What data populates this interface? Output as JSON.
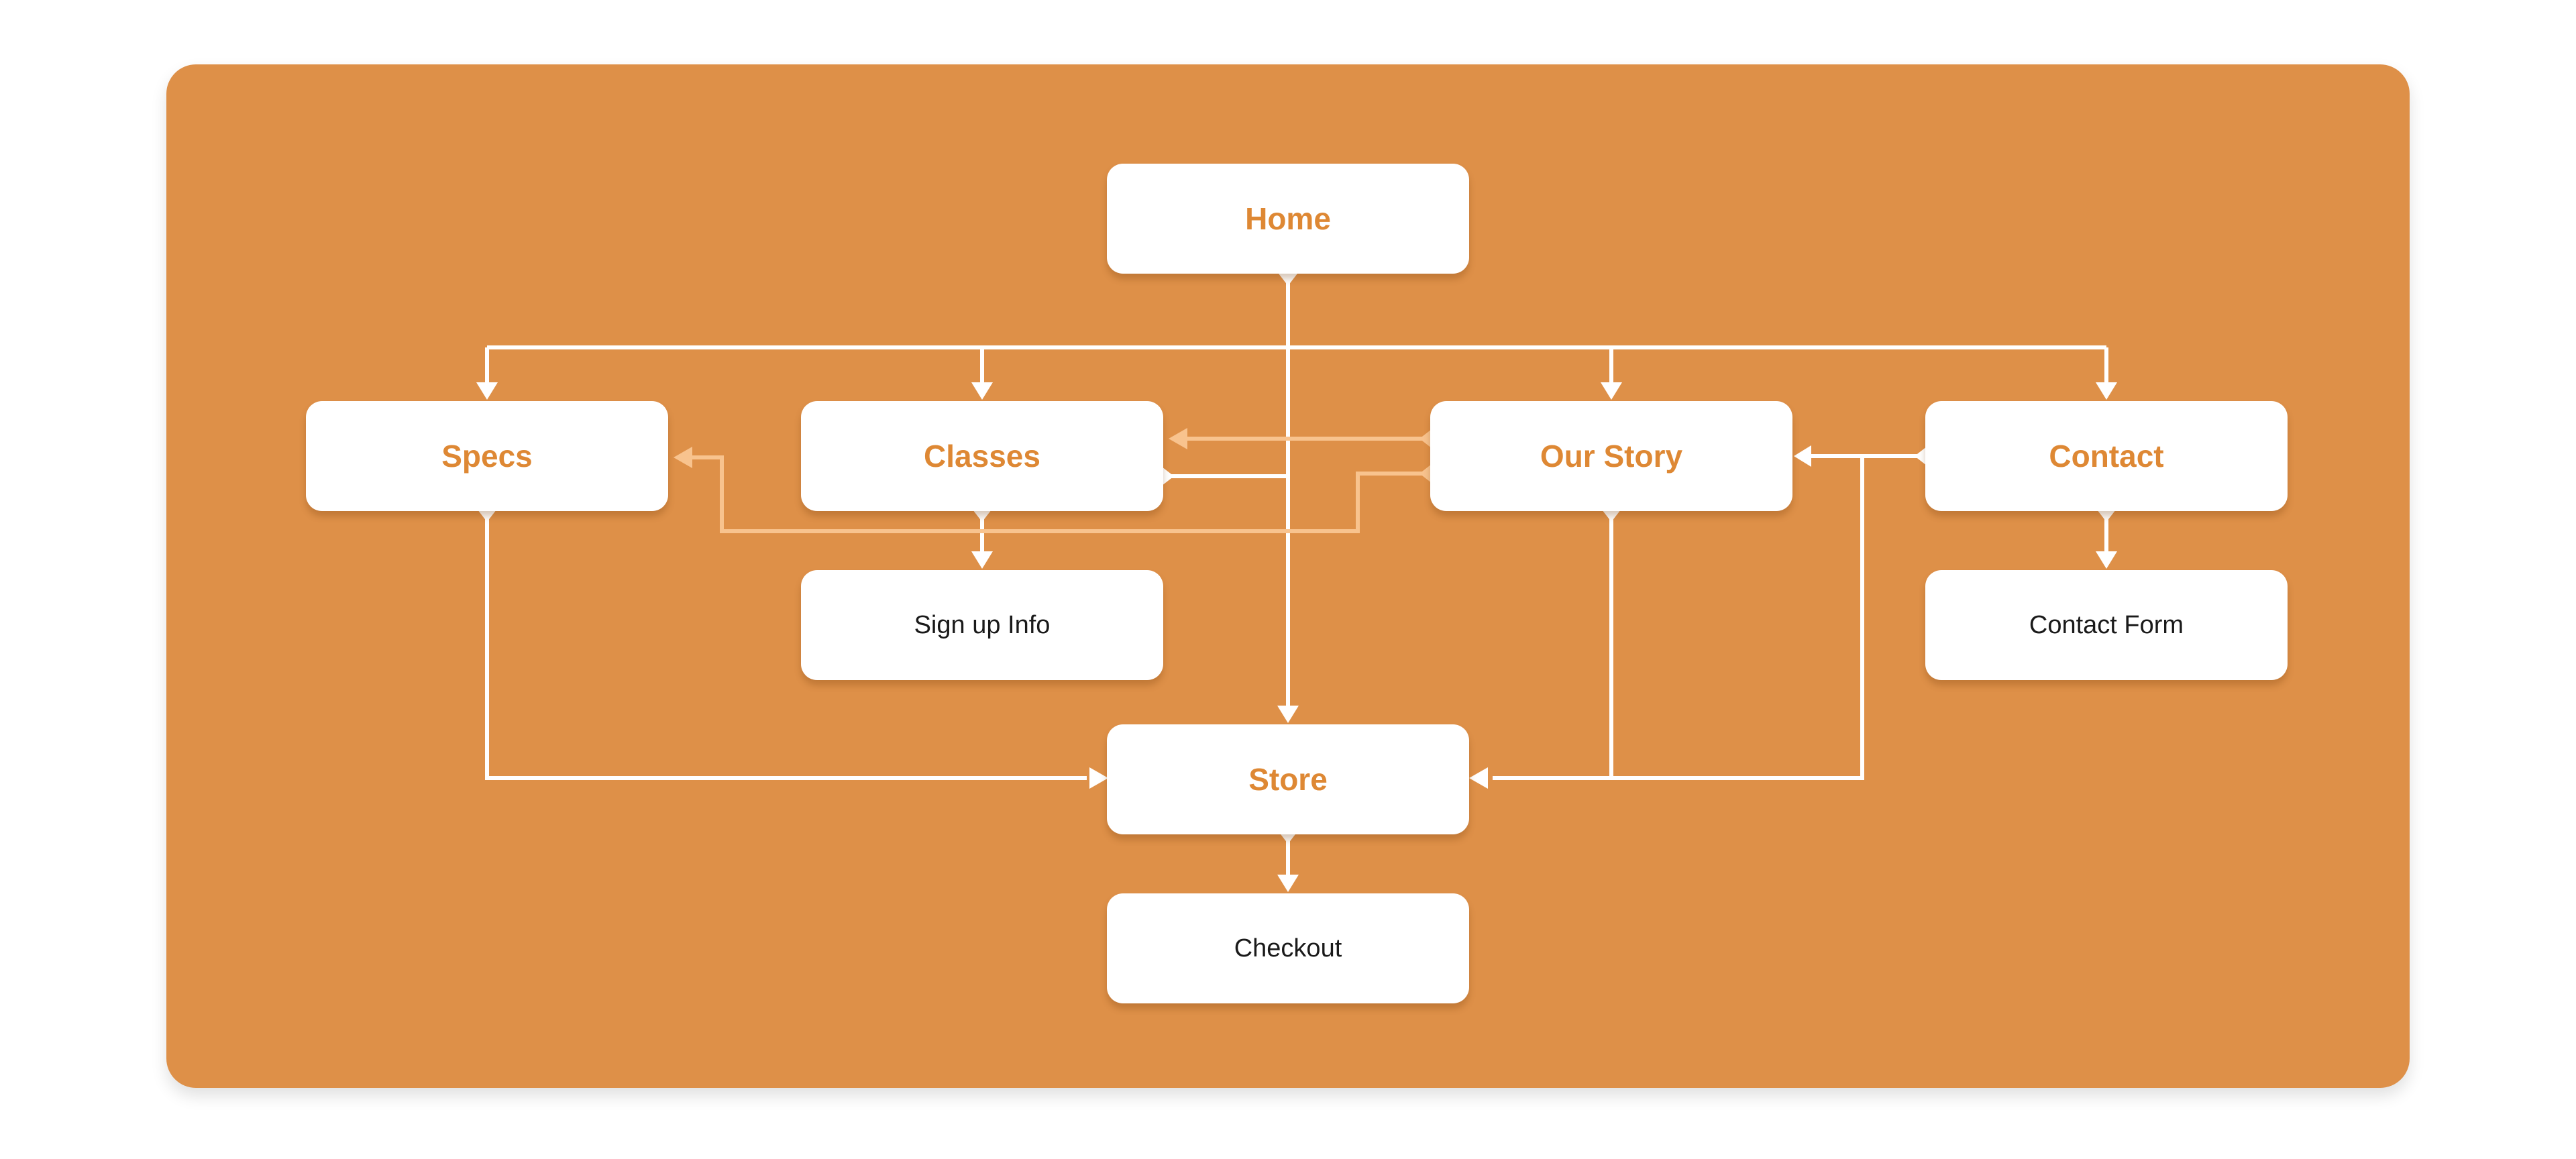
{
  "colors": {
    "background": "#ffffff",
    "panel": "#de9048",
    "node_fill": "#ffffff",
    "primary_text": "#de8834",
    "secondary_text": "#1a1a1a",
    "edge": "#ffffff",
    "edge_faded": "#f8c38e"
  },
  "nodes": {
    "home": "Home",
    "specs": "Specs",
    "classes": "Classes",
    "our_story": "Our Story",
    "contact": "Contact",
    "sign_up_info": "Sign up Info",
    "contact_form": "Contact Form",
    "store": "Store",
    "checkout": "Checkout"
  },
  "edges": [
    {
      "from": "Home",
      "to": "Specs"
    },
    {
      "from": "Home",
      "to": "Classes"
    },
    {
      "from": "Home",
      "to": "Our Story"
    },
    {
      "from": "Home",
      "to": "Contact"
    },
    {
      "from": "Home",
      "to": "Store"
    },
    {
      "from": "Classes",
      "to": "Sign up Info"
    },
    {
      "from": "Contact",
      "to": "Contact Form"
    },
    {
      "from": "Store",
      "to": "Checkout"
    },
    {
      "from": "Specs",
      "to": "Store"
    },
    {
      "from": "Our Story",
      "to": "Store"
    },
    {
      "from": "Contact",
      "to": "Store"
    },
    {
      "from": "Contact",
      "to": "Our Story"
    },
    {
      "from": "Classes",
      "to": "Store"
    },
    {
      "from": "Our Story",
      "to": "Classes",
      "style": "faded"
    },
    {
      "from": "Our Story",
      "to": "Specs",
      "style": "faded"
    }
  ]
}
